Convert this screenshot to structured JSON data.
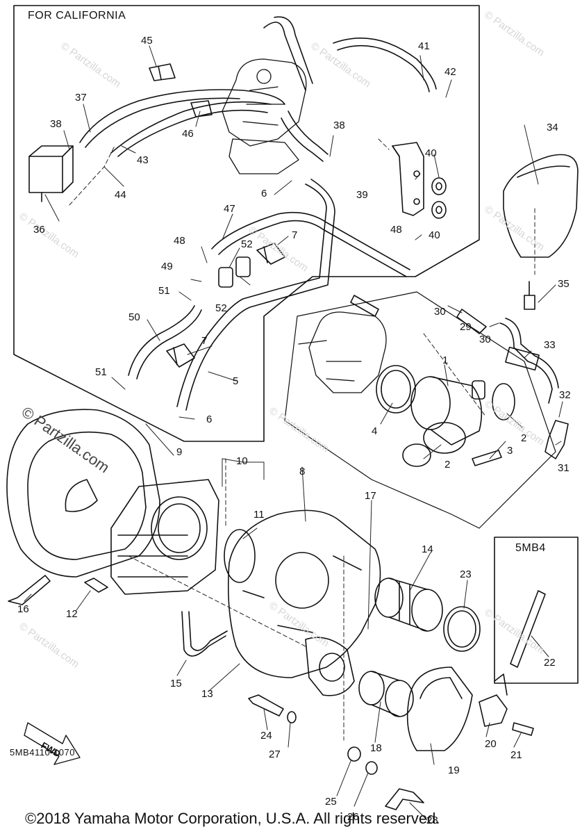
{
  "diagram": {
    "region_label_california": "FOR CALIFORNIA",
    "region_label_variant": "5MB4",
    "fwd_label": "FWD",
    "diagram_code": "5MB4110-1070",
    "copyright": "©2018 Yamaha Motor Corporation, U.S.A. All rights reserved.",
    "watermark_side": "© Partzilla.com",
    "watermark_small": "© Partzilla.com"
  },
  "callouts": {
    "c1": "1",
    "c2a": "2",
    "c2b": "2",
    "c3": "3",
    "c4": "4",
    "c5": "5",
    "c6a": "6",
    "c6b": "6",
    "c7a": "7",
    "c7b": "7",
    "c8": "8",
    "c9": "9",
    "c10": "10",
    "c11": "11",
    "c12": "12",
    "c13": "13",
    "c14": "14",
    "c15": "15",
    "c16": "16",
    "c17": "17",
    "c18": "18",
    "c19": "19",
    "c20": "20",
    "c21": "21",
    "c22": "22",
    "c23": "23",
    "c24": "24",
    "c25": "25",
    "c26": "26",
    "c27": "27",
    "c28": "28",
    "c29": "29",
    "c30a": "30",
    "c30b": "30",
    "c31": "31",
    "c32": "32",
    "c33": "33",
    "c34": "34",
    "c35": "35",
    "c36": "36",
    "c37": "37",
    "c38a": "38",
    "c38b": "38",
    "c39": "39",
    "c40a": "40",
    "c40b": "40",
    "c41": "41",
    "c42": "42",
    "c43": "43",
    "c44": "44",
    "c45": "45",
    "c46": "46",
    "c47": "47",
    "c48a": "48",
    "c48b": "48",
    "c49": "49",
    "c50": "50",
    "c51a": "51",
    "c51b": "51",
    "c52a": "52",
    "c52b": "52"
  }
}
